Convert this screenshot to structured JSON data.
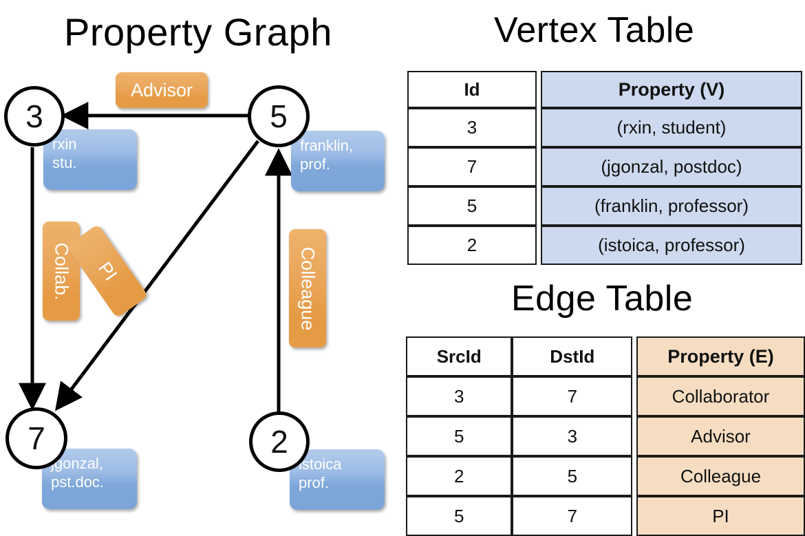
{
  "titles": {
    "graph": "Property Graph",
    "vertex_table": "Vertex Table",
    "edge_table": "Edge Table"
  },
  "graph": {
    "nodes": [
      {
        "id": "3",
        "prop_line1": "rxin",
        "prop_line2": "stu."
      },
      {
        "id": "5",
        "prop_line1": "franklin,",
        "prop_line2": "prof."
      },
      {
        "id": "7",
        "prop_line1": "jgonzal,",
        "prop_line2": "pst.doc."
      },
      {
        "id": "2",
        "prop_line1": "istoica",
        "prop_line2": "prof."
      }
    ],
    "edge_labels": [
      {
        "text": "Advisor",
        "orientation": "horizontal"
      },
      {
        "text": "Collab.",
        "orientation": "vertical-up"
      },
      {
        "text": "PI",
        "orientation": "diagonal"
      },
      {
        "text": "Colleague",
        "orientation": "vertical-down"
      }
    ],
    "edges": [
      {
        "src": "5",
        "dst": "3",
        "label": "Advisor"
      },
      {
        "src": "3",
        "dst": "7",
        "label": "Collab."
      },
      {
        "src": "5",
        "dst": "7",
        "label": "PI"
      },
      {
        "src": "2",
        "dst": "5",
        "label": "Colleague"
      }
    ]
  },
  "vertex_table": {
    "headers": [
      "Id",
      "Property (V)"
    ],
    "rows": [
      {
        "id": "3",
        "property": "(rxin, student)"
      },
      {
        "id": "7",
        "property": "(jgonzal, postdoc)"
      },
      {
        "id": "5",
        "property": "(franklin, professor)"
      },
      {
        "id": "2",
        "property": "(istoica, professor)"
      }
    ]
  },
  "edge_table": {
    "headers": [
      "SrcId",
      "DstId",
      "Property (E)"
    ],
    "rows": [
      {
        "src": "3",
        "dst": "7",
        "property": "Collaborator"
      },
      {
        "src": "5",
        "dst": "3",
        "property": "Advisor"
      },
      {
        "src": "2",
        "dst": "5",
        "property": "Colleague"
      },
      {
        "src": "5",
        "dst": "7",
        "property": "PI"
      }
    ]
  },
  "colors": {
    "vertex_property_fill": "#ccd9ee",
    "edge_property_fill": "#f6ddc2",
    "node_box_blue": "#7ba4d8",
    "edge_label_orange": "#e59a43",
    "stroke": "#000000"
  }
}
